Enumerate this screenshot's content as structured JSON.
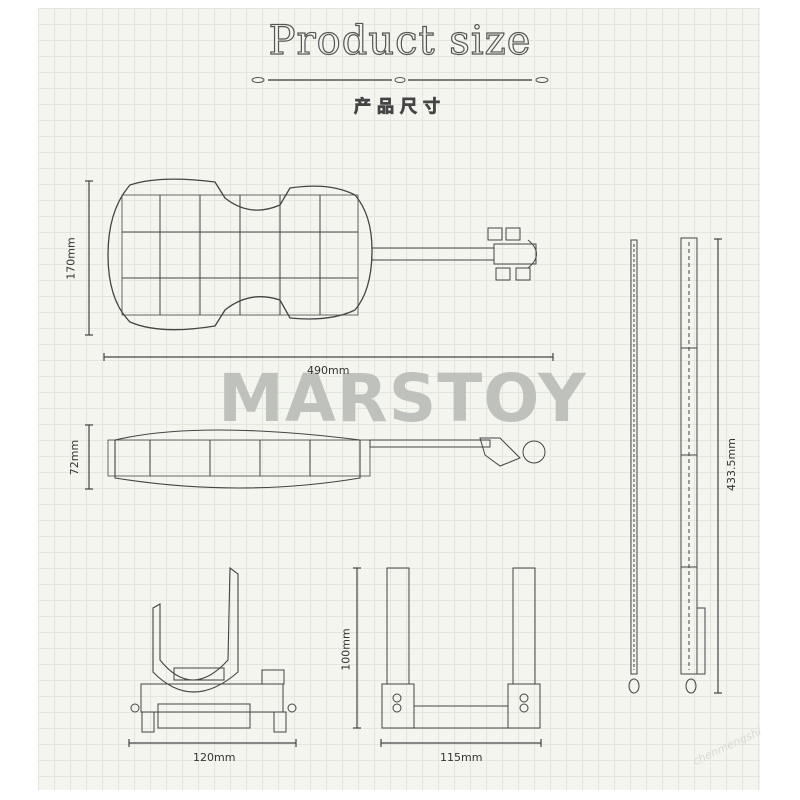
{
  "header": {
    "title": "Product size",
    "subtitle": "产品尺寸"
  },
  "watermark": {
    "brand": "MARSTOY",
    "corner_text": "chenmengshi"
  },
  "dimensions": {
    "top_view_height": "170mm",
    "top_view_length": "490mm",
    "side_view_height": "72mm",
    "bow_length": "433.5mm",
    "stand_side_width": "120mm",
    "stand_height": "100mm",
    "stand_front_width": "115mm"
  },
  "colors": {
    "paper": "#f4f5ef",
    "grid": "#e3e6dc",
    "line": "#444444",
    "watermark": "#bdbfba"
  }
}
